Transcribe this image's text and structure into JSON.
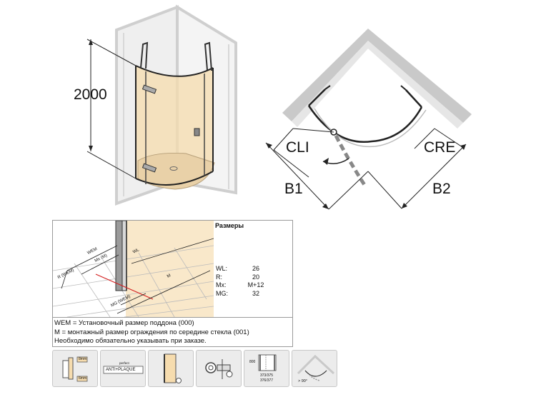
{
  "main_view": {
    "height_label": "2000"
  },
  "plan_view": {
    "cli_label": "CLI",
    "cre_label": "CRE",
    "b1_label": "B1",
    "b2_label": "B2"
  },
  "detail_panel": {
    "sizes_title": "Размеры",
    "dimensions": [
      {
        "key": "WL:",
        "value": "26"
      },
      {
        "key": "R:",
        "value": "20"
      },
      {
        "key": "Mx:",
        "value": "M+12"
      },
      {
        "key": "MG:",
        "value": "32"
      }
    ],
    "drawing_labels": {
      "wem": "WEM",
      "mx": "Mx (M)",
      "r": "R (WEM)",
      "mg": "MG (WEM)",
      "m": "M",
      "wl": "WL"
    },
    "notes": [
      "WEM = Установочный размер поддона (000)",
      "M = монтажный размер ограждения по середине стекла (001)",
      "Необходимо обязательно указывать при заказе."
    ]
  },
  "feature_icons": {
    "glass_top": "8mm",
    "glass_bottom": "6mm",
    "coating_small": "perfect",
    "coating_label": "ANTI+PLAQUE",
    "height_value": "800",
    "profile_codes_1": "373/375",
    "profile_codes_2": "376/377",
    "angle_label": "> 90°"
  },
  "colors": {
    "glass_tint": "#f6dcae",
    "wall_gray": "#c9c9c9",
    "outline": "#222222"
  }
}
